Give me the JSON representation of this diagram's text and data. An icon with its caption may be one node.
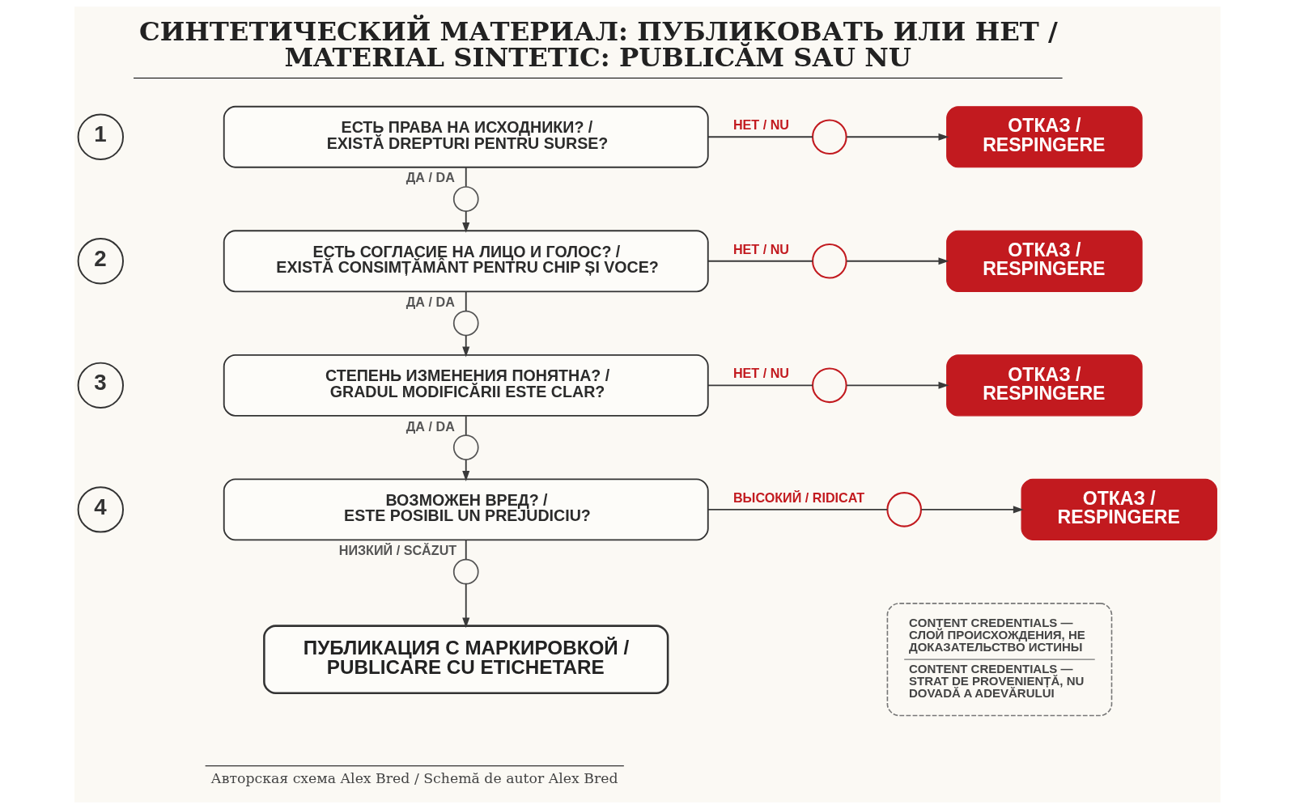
{
  "diagram": {
    "title": "СИНТЕТИЧЕСКИЙ МАТЕРИАЛ: ПУБЛИКОВАТЬ ИЛИ НЕТ / MATERIAL SINTETIC: PUBLICĂM SAU NU",
    "caption": "Авторская схема Alex Bred / Schemă de autor Alex Bred",
    "nodes": [
      {
        "text": [
          "1"
        ]
      },
      {
        "text": [
          "ЕСТЬ ПРАВА НА ИСХОДНИКИ? / EXISTĂ DREPTURI PENTRU SURSE?"
        ]
      },
      {
        "text": [],
        "shape": "circle"
      },
      {
        "text": [
          "ОТКАЗ / RESPINGERE"
        ]
      },
      {
        "text": [],
        "shape": "circle",
        "beside": [
          "ДА / DA"
        ]
      },
      {
        "text": [
          "2"
        ]
      },
      {
        "text": [
          "ЕСТЬ СОГЛАСИЕ НА ЛИЦО И ГОЛОС? / EXISTĂ CONSIMȚĂMÂNT PENTRU CHIP ȘI VOCE?"
        ]
      },
      {
        "text": [],
        "shape": "circle"
      },
      {
        "text": [
          "ОТКАЗ / RESPINGERE"
        ]
      },
      {
        "text": [],
        "shape": "circle",
        "beside": [
          "ДА / DA"
        ]
      },
      {
        "text": [
          "3"
        ]
      },
      {
        "text": [
          "СТЕПЕНЬ ИЗМЕНЕНИЯ ПОНЯТНА? / GRADUL MODIFICĂRII ESTE CLAR?"
        ]
      },
      {
        "text": [],
        "shape": "circle"
      },
      {
        "text": [
          "ОТКАЗ / RESPINGERE"
        ]
      },
      {
        "text": [],
        "shape": "circle",
        "beside": [
          "ДА / DA"
        ]
      },
      {
        "text": [
          "4"
        ]
      },
      {
        "text": [
          "ВОЗМОЖЕН ВРЕД? / ESTE POSIBIL UN PREJUDICIU?"
        ]
      },
      {
        "text": [],
        "shape": "circle"
      },
      {
        "text": [
          "ОТКАЗ / RESPINGERE"
        ]
      },
      {
        "text": [],
        "shape": "circle",
        "beside": [
          "НИЗКИЙ / SCĂZUT"
        ]
      },
      {
        "text": [
          "ПУБЛИКАЦИЯ С МАРКИРОВКОЙ / PUBLICARE CU ETICHETARE"
        ]
      },
      {
        "text": [
          "CONTENT CREDENTIALS — СЛОЙ ПРОИСХОЖДЕНИЯ, НЕ ДОКАЗАТЕЛЬСТВО ИСТИНЫ",
          "CONTENT CREDENTIALS — STRAT DE PROVENIENȚĂ, NU DOVADĂ A ADEVĂRULUI"
        ]
      }
    ],
    "edges": [
      {
        "from": 1,
        "to": 2,
        "arrow": "none",
        "label": "НЕТ / NU"
      },
      {
        "from": 2,
        "to": 3,
        "arrow": "to"
      },
      {
        "from": 1,
        "to": 4,
        "arrow": "none"
      },
      {
        "from": 4,
        "to": 6,
        "arrow": "to"
      },
      {
        "from": 6,
        "to": 7,
        "arrow": "none",
        "label": "НЕТ / NU"
      },
      {
        "from": 7,
        "to": 8,
        "arrow": "to"
      },
      {
        "from": 6,
        "to": 9,
        "arrow": "none"
      },
      {
        "from": 9,
        "to": 11,
        "arrow": "to"
      },
      {
        "from": 11,
        "to": 12,
        "arrow": "none",
        "label": "НЕТ / NU"
      },
      {
        "from": 12,
        "to": 13,
        "arrow": "to"
      },
      {
        "from": 11,
        "to": 14,
        "arrow": "none"
      },
      {
        "from": 14,
        "to": 16,
        "arrow": "to"
      },
      {
        "from": 16,
        "to": 17,
        "arrow": "none",
        "label": "ВЫСОКИЙ / RIDICAT"
      },
      {
        "from": 17,
        "to": 18,
        "arrow": "to"
      },
      {
        "from": 16,
        "to": 19,
        "arrow": "none"
      },
      {
        "from": 19,
        "to": 20,
        "arrow": "to"
      }
    ]
  }
}
